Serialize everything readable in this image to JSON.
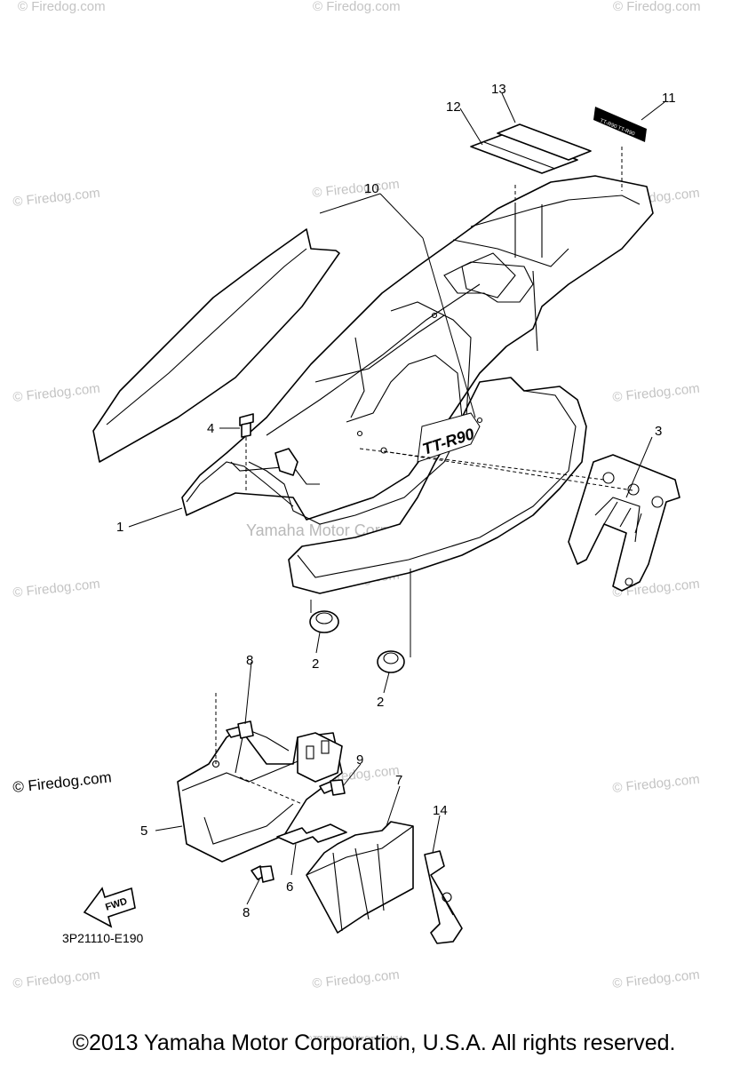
{
  "watermark": "© Firedog.com",
  "watermark_large": "© Firedog.com",
  "center_watermark": "Yamaha Motor Corp. U.S.A.",
  "tiny_notice": "(c) 2005-2015 Yamaha Motor Corporation, U.S.A.",
  "diagram_code": "3P21110-E190",
  "fwd_label": "FWD",
  "decal_text": "TT-R90",
  "callouts": [
    "1",
    "2",
    "2",
    "3",
    "4",
    "5",
    "6",
    "7",
    "8",
    "8",
    "9",
    "10",
    "11",
    "12",
    "13",
    "14"
  ],
  "copyright": "©2013 Yamaha Motor Corporation, U.S.A. All rights reserved."
}
